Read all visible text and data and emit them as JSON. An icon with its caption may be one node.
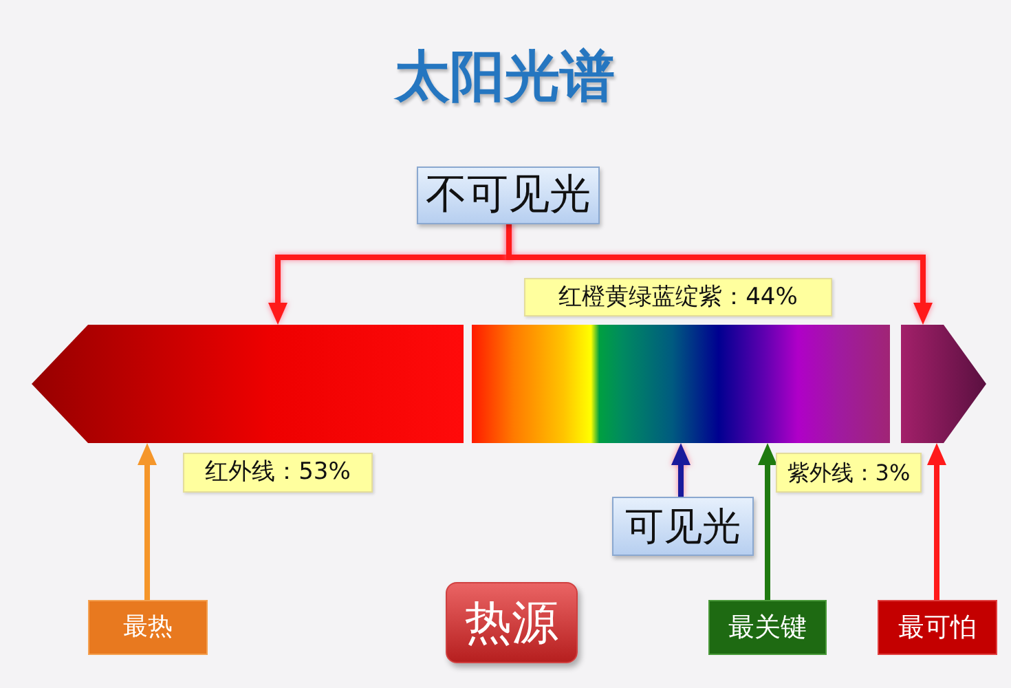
{
  "diagram": {
    "title": "太阳光谱",
    "nodes": [
      {
        "text": [
          "不可见光"
        ]
      },
      {
        "text": [
          "红橙黄绿蓝绽紫：44%"
        ]
      },
      {
        "text": [],
        "shape": "bar"
      },
      {
        "text": [],
        "shape": "bar"
      },
      {
        "text": [],
        "shape": "bar"
      },
      {
        "text": [
          "红外线：53%"
        ]
      },
      {
        "text": [
          "紫外线：3%"
        ]
      },
      {
        "text": [
          "可见光"
        ]
      },
      {
        "text": [
          "最热"
        ]
      },
      {
        "text": [
          "热源"
        ]
      },
      {
        "text": [
          "最关键"
        ]
      },
      {
        "text": [
          "最可怕"
        ]
      }
    ],
    "edges": [
      {
        "from": 0,
        "to": 2,
        "arrow": "to"
      },
      {
        "from": 0,
        "to": 4,
        "arrow": "to"
      },
      {
        "from": 8,
        "to": 2,
        "arrow": "to",
        "color": "#f5962a"
      },
      {
        "from": 7,
        "to": 3,
        "arrow": "to",
        "color": "#1a1a9c"
      },
      {
        "from": 10,
        "to": 3,
        "arrow": "to",
        "color": "#1f7a10"
      },
      {
        "from": 11,
        "to": 4,
        "arrow": "to"
      }
    ]
  }
}
